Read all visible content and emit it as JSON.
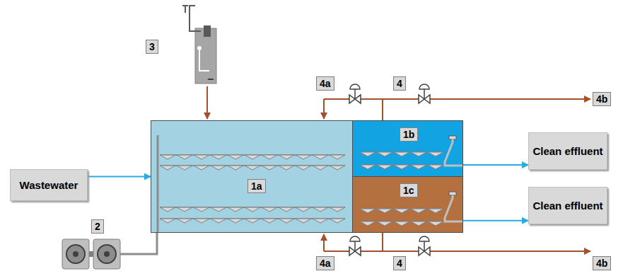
{
  "diagram": {
    "nodes": [
      {
        "text": [
          "Wastewater"
        ]
      },
      {
        "text": [
          "1a"
        ]
      },
      {
        "text": [
          "1b"
        ]
      },
      {
        "text": [
          "1c"
        ]
      },
      {
        "text": [
          "Clean effluent"
        ]
      },
      {
        "text": [
          "Clean effluent"
        ]
      }
    ],
    "edges": [
      {
        "from": 0,
        "to": 1,
        "arrow": "to"
      },
      {
        "from": 2,
        "to": 4,
        "arrow": "to"
      },
      {
        "from": 3,
        "to": 5,
        "arrow": "to"
      }
    ],
    "labels": [
      "2",
      "3",
      "4a",
      "4",
      "4b",
      "4a",
      "4",
      "4b"
    ]
  }
}
